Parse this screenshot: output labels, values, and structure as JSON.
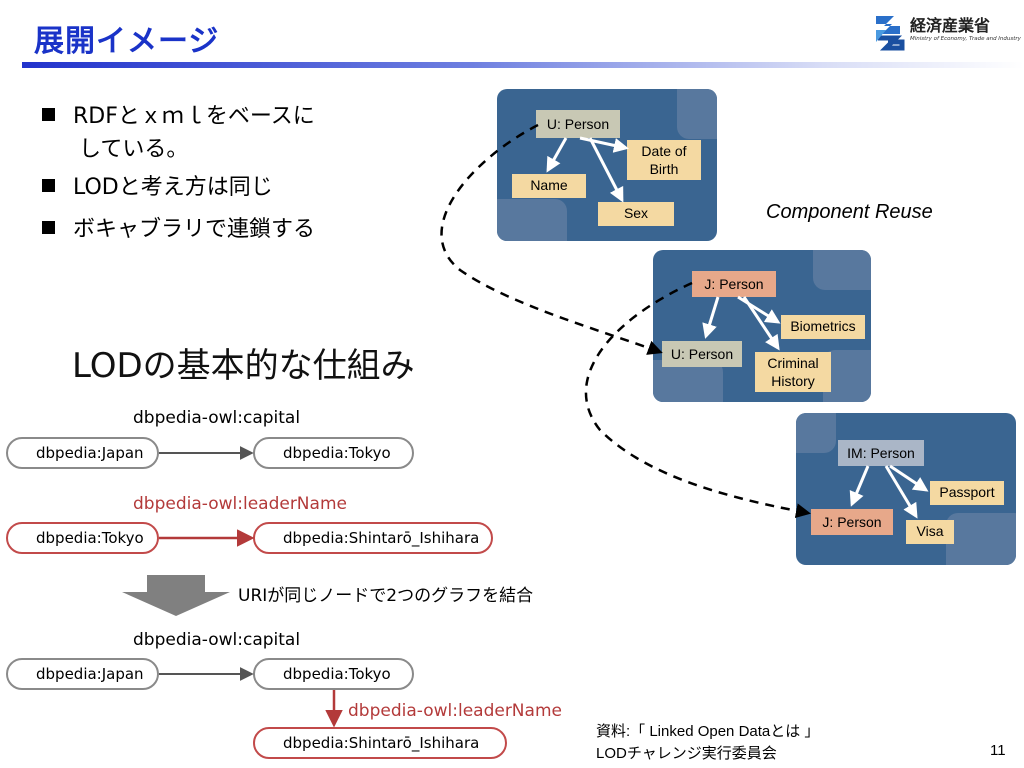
{
  "header": {
    "title": "展開イメージ",
    "logo_name": "経済産業省",
    "logo_sub": "Ministry of Economy, Trade and Industry"
  },
  "bullets": [
    {
      "line1": "RDFとｘｍｌをベースに",
      "line2": "している。"
    },
    {
      "line1": "LODと考え方は同じ"
    },
    {
      "line1": "ボキャブラリで連鎖する"
    }
  ],
  "component_reuse": {
    "label": "Component Reuse",
    "panel1": {
      "root": "U: Person",
      "children": [
        "Date of Birth",
        "Name",
        "Sex"
      ]
    },
    "panel2": {
      "root": "J: Person",
      "children": [
        "Biometrics",
        "U: Person",
        "Criminal History"
      ]
    },
    "panel3": {
      "root": "IM: Person",
      "children": [
        "Passport",
        "J: Person",
        "Visa"
      ]
    }
  },
  "lod": {
    "title": "LODの基本的な仕組み",
    "graph1": {
      "predicate": "dbpedia-owl:capital",
      "subject": "dbpedia:Japan",
      "object": "dbpedia:Tokyo"
    },
    "graph2": {
      "predicate": "dbpedia-owl:leaderName",
      "subject": "dbpedia:Tokyo",
      "object": "dbpedia:Shintarō_Ishihara"
    },
    "merge_label": "URIが同じノードで2つのグラフを結合",
    "merged": {
      "predicate1": "dbpedia-owl:capital",
      "node1": "dbpedia:Japan",
      "node2": "dbpedia:Tokyo",
      "predicate2": "dbpedia-owl:leaderName",
      "node3": "dbpedia:Shintarō_Ishihara"
    }
  },
  "footer": {
    "source_line1": "資料:「 Linked Open Dataとは 」",
    "source_line2": "LODチャレンジ実行委員会",
    "page_number": "11"
  },
  "colors": {
    "title": "#1a33c8",
    "panel": "#3a6591",
    "red": "#c24a4a"
  }
}
